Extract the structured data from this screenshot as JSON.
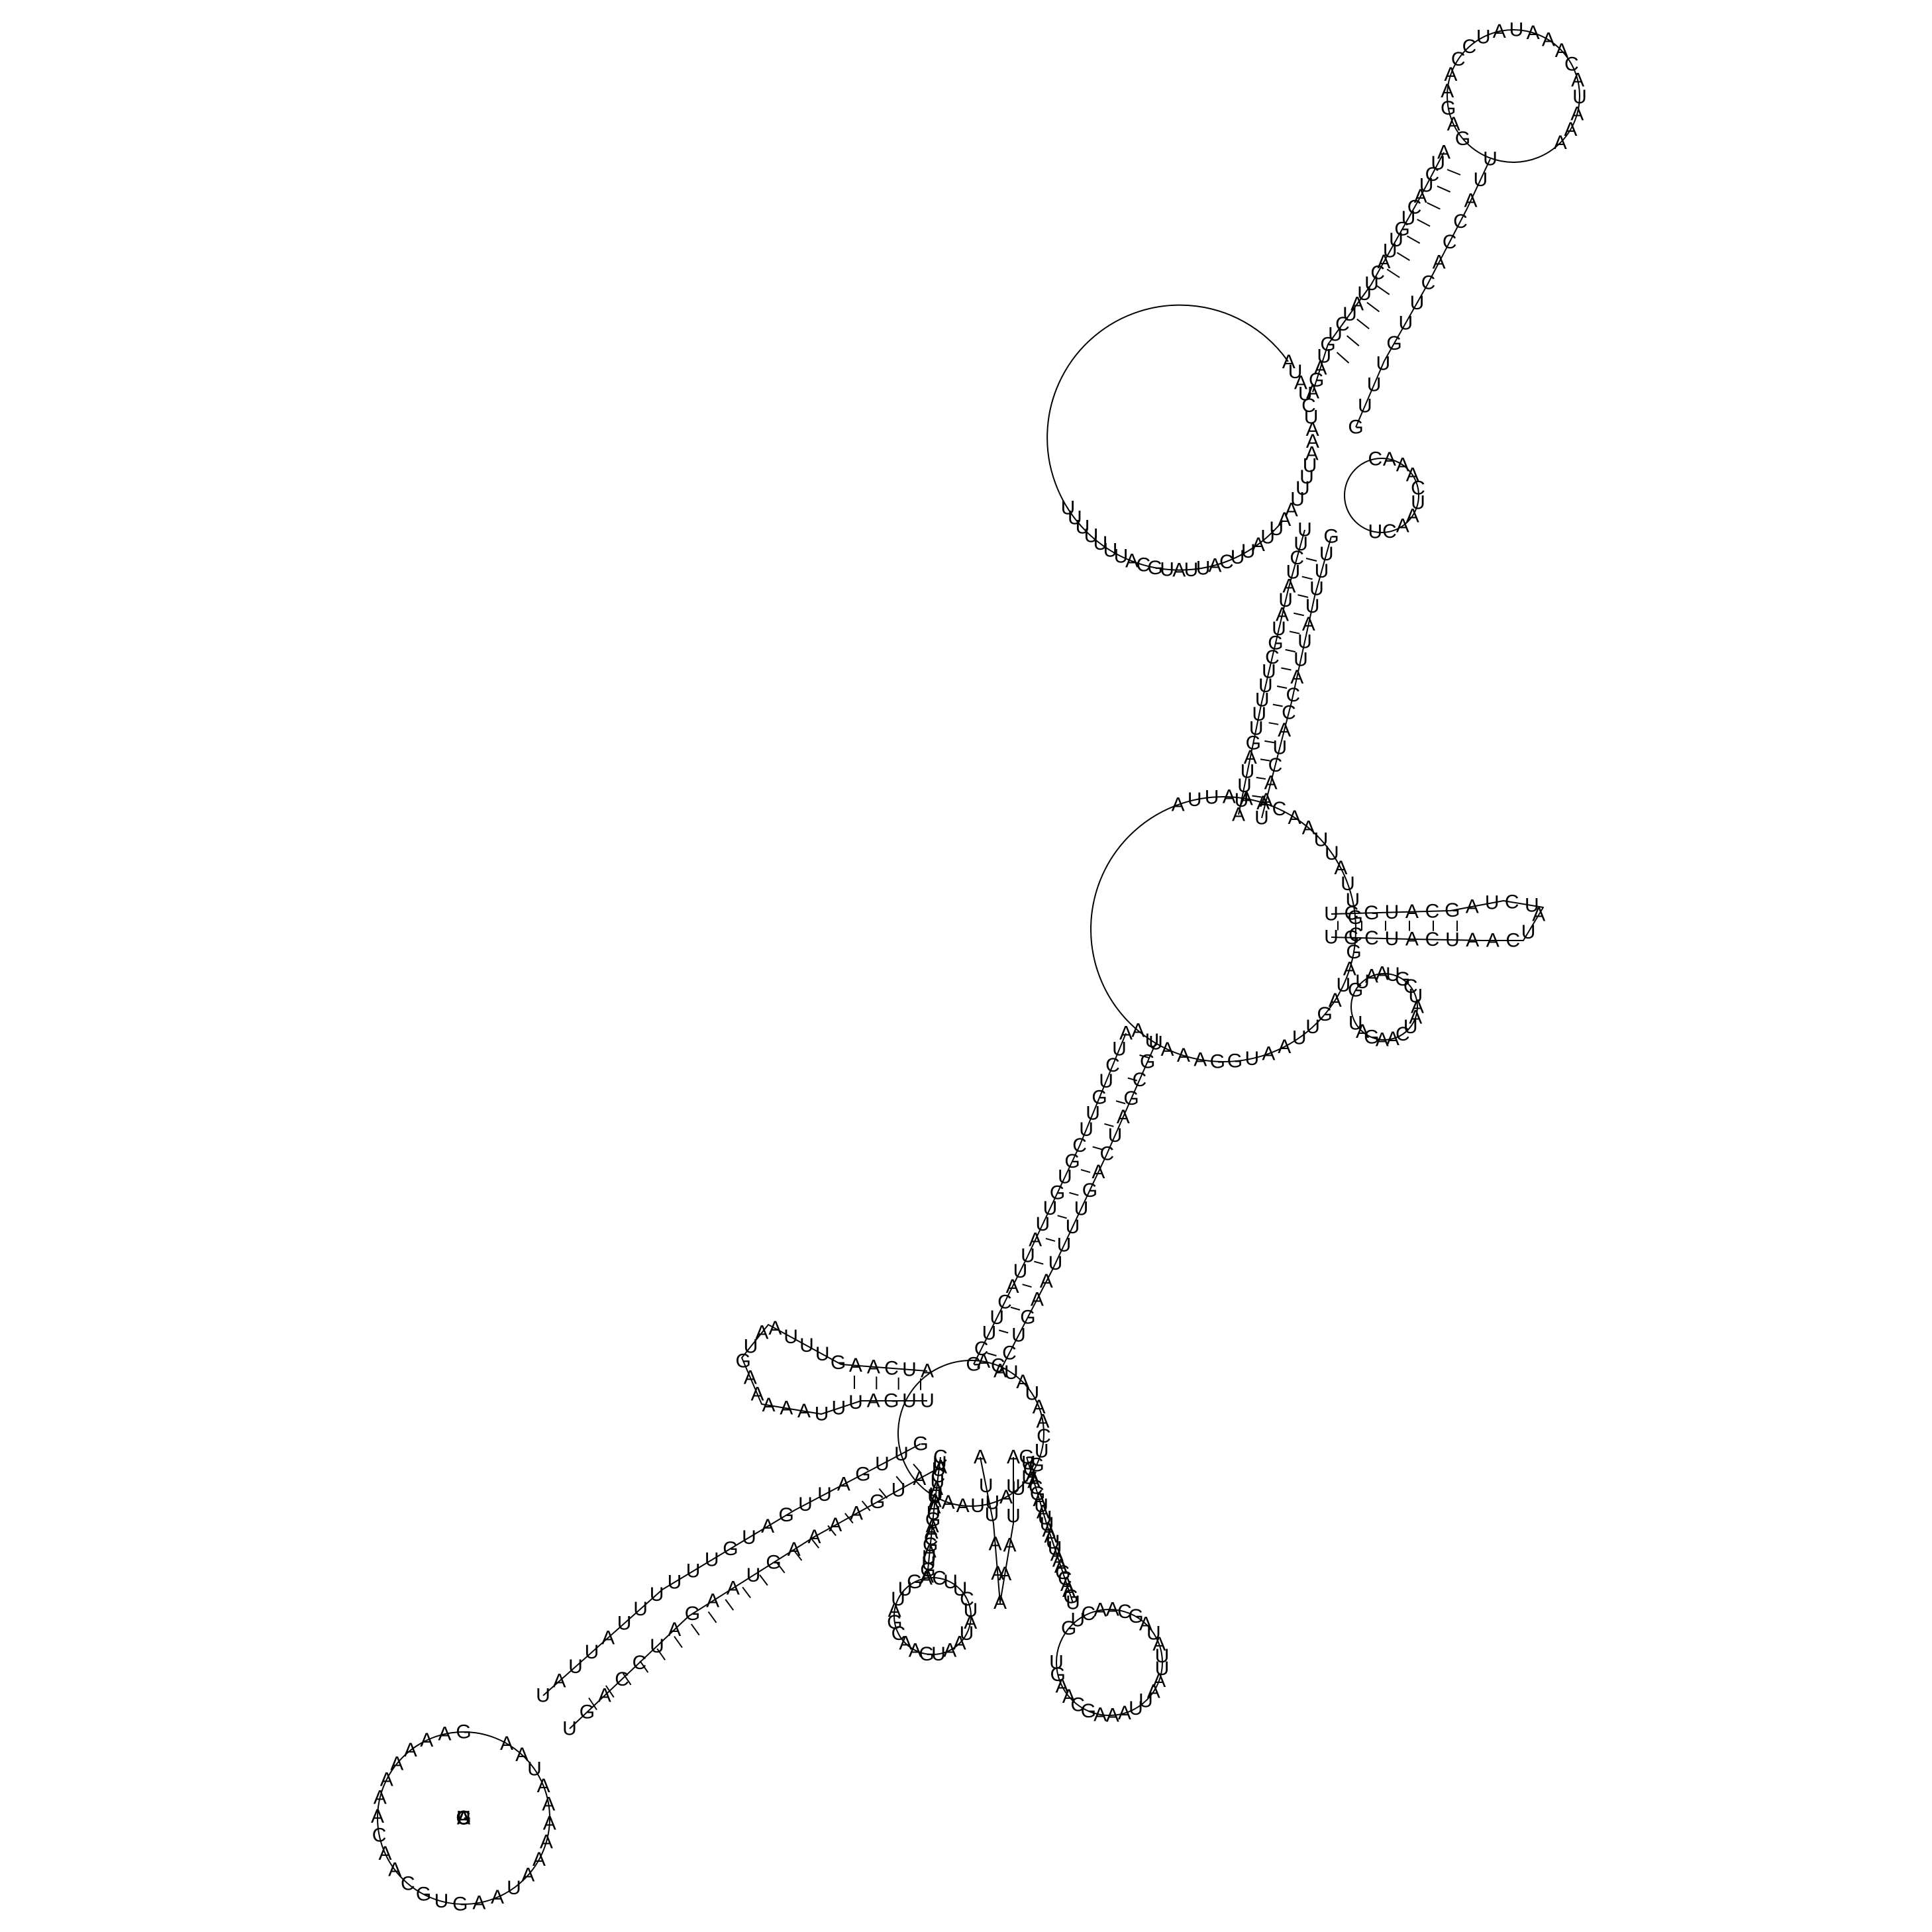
{
  "diagram": {
    "type": "rna-secondary-structure",
    "line_color": "#000000",
    "background": "#ffffff",
    "segments": [
      {
        "id": "5-prime-tail",
        "seq": "AUAUCUAAAUUUUAAUUAUUCAUUAUGCAUUUUUUU"
      },
      {
        "id": "top-stem-5",
        "seq": "AGAUGUCUAUUCAUUGUCAUCUA"
      },
      {
        "id": "top-hairpin-loop",
        "seq": "GAGAACCUAUAAACAUAAA"
      },
      {
        "id": "top-stem-3",
        "seq": "UUACCACUUGUUUG"
      },
      {
        "id": "upper-interior-loop",
        "seq": "CAAACUAACU"
      },
      {
        "id": "upper-stem-5",
        "seq": "UUCUAUAUGCUUUUUGAUUUA"
      },
      {
        "id": "upper-stem-3",
        "seq": "GUUUUAUUACCAUCAAU"
      },
      {
        "id": "central-multiloop",
        "seq": "AUUAAACAAUUAUUGCGAUAGUUAAUGGAAAUA"
      },
      {
        "id": "right-hairpin-1",
        "seq": "UCGUACGAUCUAUCAAUCAUCGU"
      },
      {
        "id": "right-hairpin-2",
        "seq": "GUAAUGCUAAUCAAGAU"
      },
      {
        "id": "middle-stem-5",
        "seq": "AUCUGUUCGUGUUAUUACUUCG"
      },
      {
        "id": "middle-stem-3",
        "seq": "UGCGAUCAGUUUUAAGUCA"
      },
      {
        "id": "lower-multiloop",
        "seq": "ACUAUAACUGUUAUUAAU"
      },
      {
        "id": "left-hairpin",
        "seq": "AUCAAGUUUAAUGAAAAAUUUAGUU"
      },
      {
        "id": "bottom-hairpin-1",
        "seq": "CUUCUAUAAUGAACGAUUGA"
      },
      {
        "id": "bottom-hairpin-2",
        "seq": "AUUAAAAAUUA"
      },
      {
        "id": "bottom-hairpin-3",
        "seq": "GUCAACGAUAUUAAUUAAAGCAAGU"
      },
      {
        "id": "lower-stem-5",
        "seq": "GUUGAUUGAUGUUUUUUAUUAU"
      },
      {
        "id": "bottom-hairpin-loop",
        "seq": "AAUAAAAAAUAAGUGCAACAAAAAAAG"
      },
      {
        "id": "lower-stem-3",
        "seq": "AAUGAAAAGUAAGAUCCAGU"
      }
    ]
  }
}
